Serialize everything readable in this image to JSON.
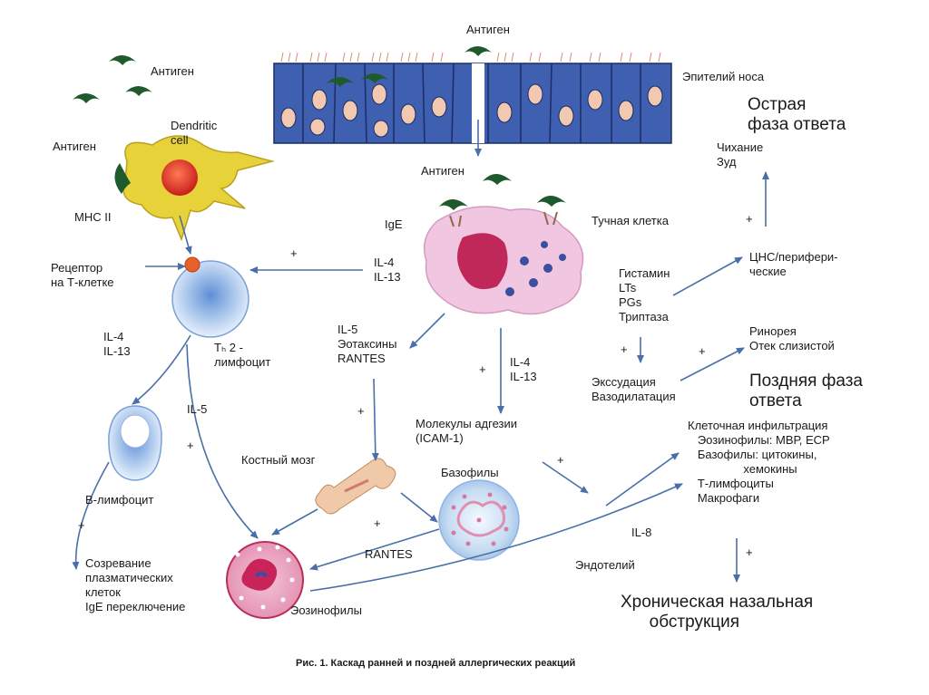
{
  "labels": {
    "antigen_top": "Антиген",
    "epithelium": "Эпителий носа",
    "antigen_left_top": "Антиген",
    "dendritic": "Dendritic\ncell",
    "antigen_left": "Антиген",
    "mhc": "MHC II",
    "acute_phase": "Острая\nфаза ответа",
    "sneeze_itch": "Чихание\nЗуд",
    "antigen_mast": "Антиген",
    "ige": "IgE",
    "mast_cell": "Тучная клетка",
    "plus_th_il": "+",
    "il4_il13_top": "IL-4\nIL-13",
    "receptor": "Рецептор\nна Т-клетке",
    "plus_cns": "+",
    "cns": "ЦНС/перифери-\nческие",
    "mediators": "Гистамин\nLTs\nPGs\nТриптаза",
    "il4_il13_left": "IL-4\nIL-13",
    "th2": "Tₕ 2 -\nлимфоцит",
    "il5_group": "IL-5\nЭотаксины\nRANTES",
    "rhinorrhea": "Ринорея\nОтек слизистой",
    "plus_exudation": "+",
    "plus_rhin": "+",
    "plus_il4_mid": "+",
    "il4_il13_mid": "IL-4\nIL-13",
    "exudation": "Экссудация\nВазодилатация",
    "late_phase": "Поздняя фаза\nответа",
    "il5_left": "IL-5",
    "plus_marrow": "+",
    "adhesion": "Молекулы адгезии\n(ICAM-1)",
    "cell_infiltration": "Клеточная инфильтрация\n   Эозинофилы: МВР, ЕСР\n   Базофилы: цитокины,\n                 хемокины\n   Т-лимфоциты\n   Макрофаги",
    "plus_il5": "+",
    "bone_marrow": "Костный мозг",
    "plus_adhesion": "+",
    "basophils": "Базофилы",
    "b_lymph": "В-лимфоцит",
    "plus_b": "+",
    "plus_rantes": "+",
    "rantes": "RANTES",
    "il8": "IL-8",
    "plus_chronic": "+",
    "plasma": "Созревание\nплазматических\nклеток\nIgE переключение",
    "endothelium": "Эндотелий",
    "eosinophils": "Эозинофилы",
    "chronic": "Хроническая назальная\n      обструкция",
    "caption": "Рис. 1. Каскад ранней и поздней аллергических реакций"
  },
  "colors": {
    "arrow": "#4a6fa8",
    "epithelium_fill": "#3f5fb0",
    "nucleus_epi": "#f2c9b0",
    "antigen": "#1f5a2c",
    "dendritic": "#e8d23a",
    "dendritic_nucleus": "#d8261f",
    "mast": "#f0c6e0",
    "mast_nucleus": "#c0285a",
    "lymph": "#a9c6ec",
    "eosinophil": "#c8245a",
    "basophil": "#c6dcf2",
    "bone": "#f0c9a8"
  }
}
